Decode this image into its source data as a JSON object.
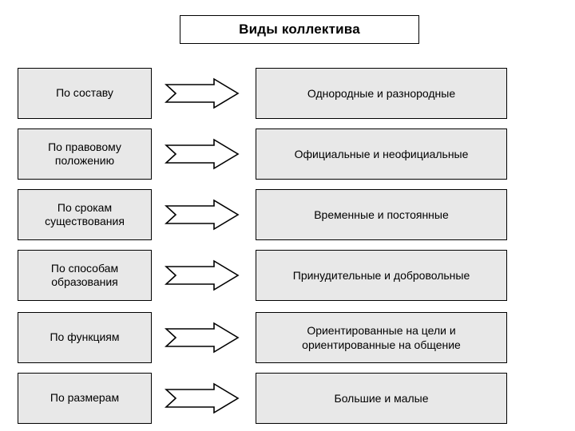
{
  "title": "Виды коллектива",
  "rows": [
    {
      "left": "По составу",
      "right": "Однородные и разнородные",
      "arrow": "right-arrow-icon"
    },
    {
      "left": "По правовому положению",
      "right": "Официальные и неофициальные",
      "arrow": "right-arrow-icon"
    },
    {
      "left": "По срокам существования",
      "right": "Временные и постоянные",
      "arrow": "right-arrow-icon"
    },
    {
      "left": "По способам образования",
      "right": "Принудительные и добровольные",
      "arrow": "right-arrow-icon"
    },
    {
      "left": "По функциям",
      "right": "Ориентированные на цели и ориентированные на общение",
      "arrow": "right-arrow-icon"
    },
    {
      "left": "По размерам",
      "right": "Большие и малые",
      "arrow": "right-arrow-icon"
    }
  ],
  "colors": {
    "box_fill": "#e8e8e8",
    "title_fill": "#ffffff",
    "stroke": "#000000",
    "background": "#ffffff"
  }
}
